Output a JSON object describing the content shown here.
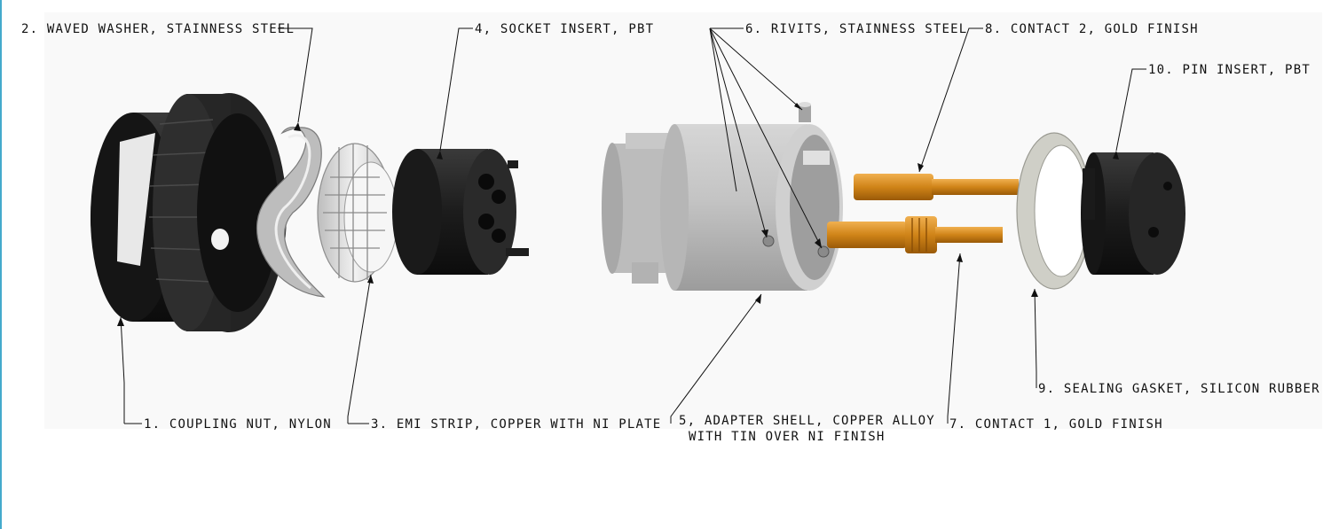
{
  "labels": {
    "p1": "1. COUPLING NUT, NYLON",
    "p2": "2. WAVED WASHER, STAINNESS STEEL",
    "p3": "3. EMI STRIP, COPPER WITH NI PLATE",
    "p4": "4, SOCKET INSERT, PBT",
    "p5_line1": "5, ADAPTER SHELL, COPPER ALLOY",
    "p5_line2": "WITH TIN OVER NI FINISH",
    "p6": "6. RIVITS, STAINNESS STEEL",
    "p7": "7. CONTACT 1, GOLD FINISH",
    "p8": "8. CONTACT 2, GOLD FINISH",
    "p9": "9. SEALING GASKET, SILICON RUBBER",
    "p10": "10. PIN INSERT, PBT"
  },
  "colors": {
    "nylon_black": "#1e1e1e",
    "steel_grey": "#b4b4b4",
    "emi_silver": "#e2e2e2",
    "shell_grey": "#c6c6c6",
    "gold": "#d08418",
    "gasket_grey": "#cfcfc7",
    "accent_edge": "#44aacc"
  }
}
